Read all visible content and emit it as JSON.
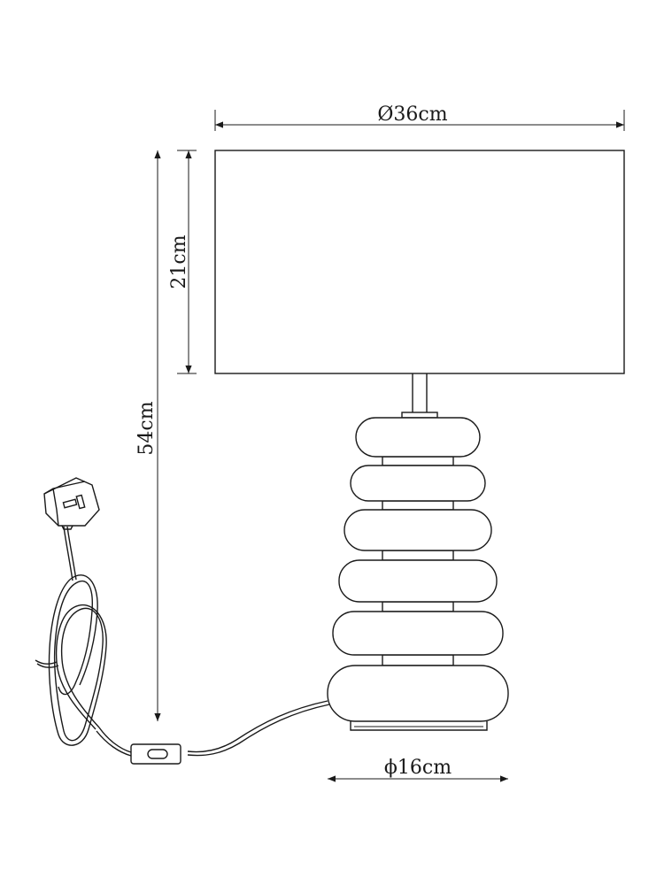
{
  "dimensions": {
    "shade_diameter": "Ø36cm",
    "shade_height": "21cm",
    "total_height": "54cm",
    "base_diameter": "ϕ16cm"
  },
  "colors": {
    "line": "#1a1a1a",
    "background": "#ffffff"
  },
  "icons": [
    "arrow-head-icon",
    "plug-icon",
    "inline-switch-icon"
  ]
}
